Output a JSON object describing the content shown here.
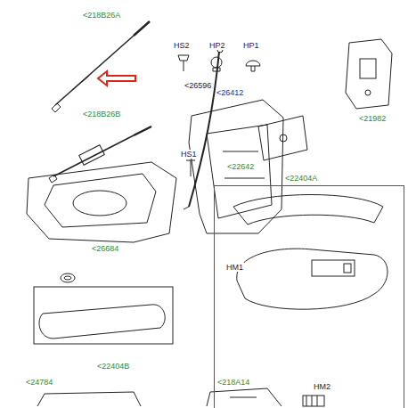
{
  "diagram": {
    "nodes": [
      {
        "text": [
          "<22404A",
          "HM1",
          "HM2"
        ]
      }
    ],
    "labels": [
      "<218B26A",
      "<26596",
      "HS2",
      "HP2",
      "HP1",
      "<26412",
      "<21982",
      "<22642",
      "HS1",
      "<218B26B",
      "<26684",
      "<22404B",
      "<24784",
      "<218A14"
    ]
  }
}
